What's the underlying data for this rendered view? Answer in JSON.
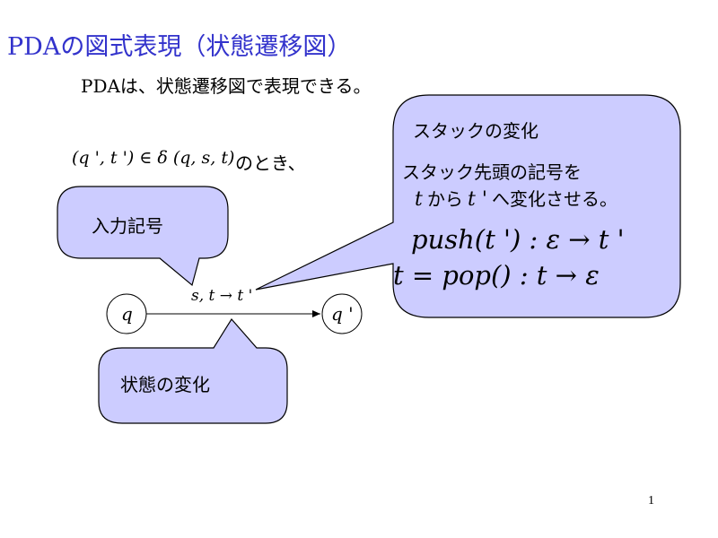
{
  "slide": {
    "title": "PDAの図式表現（状態遷移図）",
    "subtitle": "PDAは、状態遷移図で表現できる。",
    "condition_math": "(q ', t ') ∈ δ (q, s, t)",
    "condition_text": "のとき、",
    "page_number": "1"
  },
  "callouts": {
    "input": {
      "label": "入力記号"
    },
    "state": {
      "label": "状態の変化"
    },
    "stack": {
      "heading": "スタックの変化",
      "line1": "スタック先頭の記号を",
      "line2_t": "t",
      "line2_from": "から",
      "line2_tprime": "t '",
      "line2_rest": "へ変化させる。",
      "push": "push(t ') : ε → t '",
      "pop": "t = pop() : t → ε"
    }
  },
  "diagram": {
    "node_from": "q",
    "node_to": "q '",
    "edge_label": "s, t → t '"
  },
  "colors": {
    "title": "#3333cc",
    "callout_fill": "#ccccff",
    "callout_stroke": "#000000"
  }
}
